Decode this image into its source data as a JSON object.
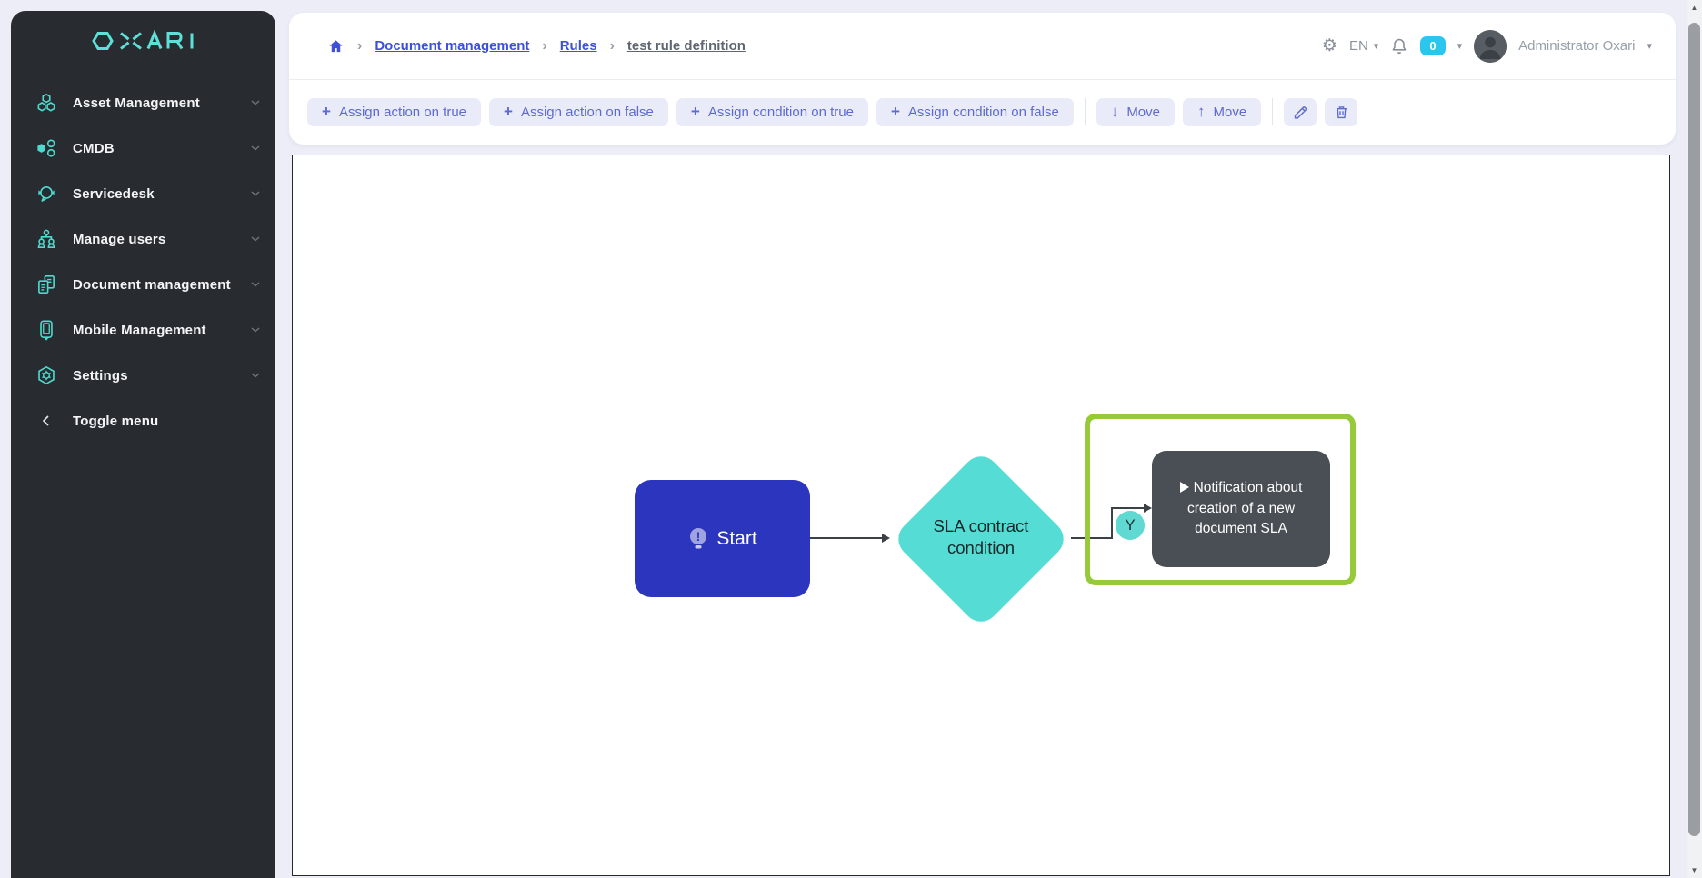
{
  "app": {
    "logo_text": "OXARI"
  },
  "sidebar": {
    "items": [
      {
        "label": "Asset Management",
        "icon": "hexagon-cluster-icon"
      },
      {
        "label": "CMDB",
        "icon": "nodes-icon"
      },
      {
        "label": "Servicedesk",
        "icon": "headset-bubble-icon"
      },
      {
        "label": "Manage users",
        "icon": "user-hierarchy-icon"
      },
      {
        "label": "Document management",
        "icon": "documents-icon"
      },
      {
        "label": "Mobile Management",
        "icon": "tablet-icon"
      },
      {
        "label": "Settings",
        "icon": "gear-hexagon-icon"
      }
    ],
    "toggle_label": "Toggle menu"
  },
  "header": {
    "breadcrumb": [
      {
        "label": "Document management"
      },
      {
        "label": "Rules"
      },
      {
        "label": "test rule definition"
      }
    ],
    "language": "EN",
    "notification_count": "0",
    "user_name": "Administrator Oxari"
  },
  "toolbar": {
    "buttons": [
      {
        "label": "Assign action on true"
      },
      {
        "label": "Assign action on false"
      },
      {
        "label": "Assign condition on true"
      },
      {
        "label": "Assign condition on false"
      }
    ],
    "move_down_label": "Move",
    "move_up_label": "Move"
  },
  "flowchart": {
    "start_label": "Start",
    "condition_label": "SLA contract condition",
    "action_label": "Notification about creation of a new document SLA",
    "edge_label": "Y"
  },
  "glyphs": {
    "plus": "+",
    "arrow_down": "↓",
    "arrow_up": "↑",
    "caret_down": "▾",
    "breadcrumb_sep": "›",
    "gear": "⚙",
    "scroll_up": "▲",
    "scroll_down": "▼"
  },
  "colors": {
    "accent_teal": "#4fd9cd",
    "link_blue": "#3e4fd8",
    "start_node": "#2c35bd",
    "condition_node": "#55dcd4",
    "action_node": "#4a4f55",
    "selection_green": "#97ca3b",
    "badge_cyan": "#2bc6ee",
    "sidebar_bg": "#282c30"
  }
}
